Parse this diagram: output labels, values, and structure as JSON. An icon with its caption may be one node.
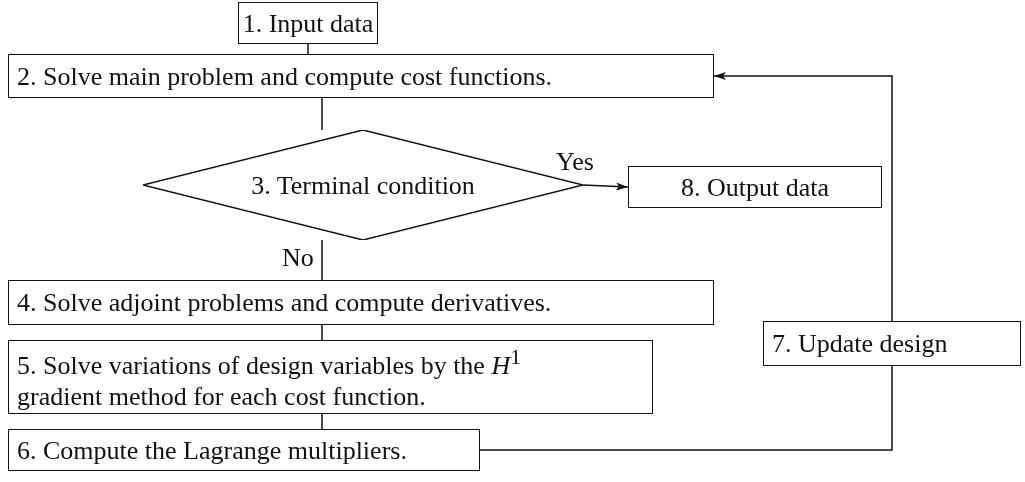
{
  "diagram": {
    "nodes": [
      {
        "text": [
          "1. Input data"
        ]
      },
      {
        "text": [
          "2. Solve main problem and compute cost functions."
        ]
      },
      {
        "text": [
          "3. Terminal condition"
        ]
      },
      {
        "text": [
          "4. Solve adjoint problems and compute derivatives."
        ]
      },
      {
        "text": [
          "5. Solve variations of design variables by the *H*$^{1}$ gradient method for each cost function."
        ]
      },
      {
        "text": [
          "6. Compute the Lagrange multipliers."
        ]
      },
      {
        "text": [
          "7. Update design"
        ]
      },
      {
        "text": [
          "8. Output data"
        ]
      }
    ],
    "edges": [
      {
        "from": 0,
        "to": 1,
        "arrow": "none"
      },
      {
        "from": 1,
        "to": 2,
        "arrow": "none"
      },
      {
        "from": 2,
        "to": 7,
        "arrow": "to",
        "label": "Yes"
      },
      {
        "from": 2,
        "to": 3,
        "arrow": "none",
        "label": "No"
      },
      {
        "from": 3,
        "to": 4,
        "arrow": "none"
      },
      {
        "from": 4,
        "to": 5,
        "arrow": "none"
      },
      {
        "from": 5,
        "to": 6,
        "arrow": "none"
      },
      {
        "from": 6,
        "to": 1,
        "arrow": "to"
      }
    ]
  }
}
